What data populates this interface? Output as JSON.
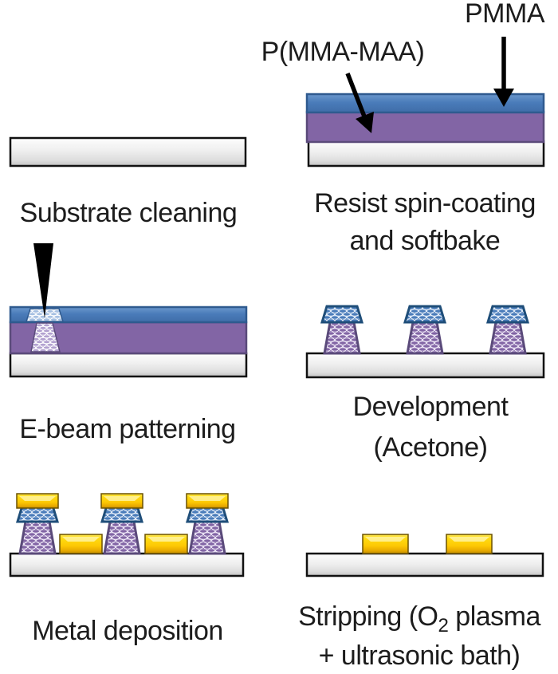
{
  "figure": {
    "type": "process-flow-diagram",
    "subject": "Bilayer resist e-beam lithography lift-off process"
  },
  "layer_labels": {
    "pmma": "PMMA",
    "pmma_maa": "P(MMA-MAA)"
  },
  "steps": {
    "step1": {
      "caption": "Substrate cleaning"
    },
    "step2": {
      "caption_line1": "Resist spin-coating",
      "caption_line2": "and softbake"
    },
    "step3": {
      "caption": "E-beam patterning"
    },
    "step4": {
      "caption_line1": "Development",
      "caption_line2": "(Acetone)"
    },
    "step5": {
      "caption": "Metal deposition"
    },
    "step6": {
      "line1_pre": "Stripping (O",
      "line1_sub": "2",
      "line1_post": " plasma",
      "line2": "+ ultrasonic bath)"
    }
  },
  "colors": {
    "pmma_layer_blue": "#4a7cba",
    "pmma_border": "#2f5a8f",
    "copolymer_purple": "#8265a5",
    "copolymer_border": "#5a4a7a",
    "exposed_resist_blue": "#a6c0e2",
    "exposed_resist_purple": "#b1a0cf",
    "substrate_gray": "#e9e9e9",
    "substrate_border": "#111111",
    "metal_yellow": "#ffd400",
    "metal_shadow": "#c08d00",
    "ebeam_cone": "#000000",
    "text": "#1c1c1c"
  }
}
